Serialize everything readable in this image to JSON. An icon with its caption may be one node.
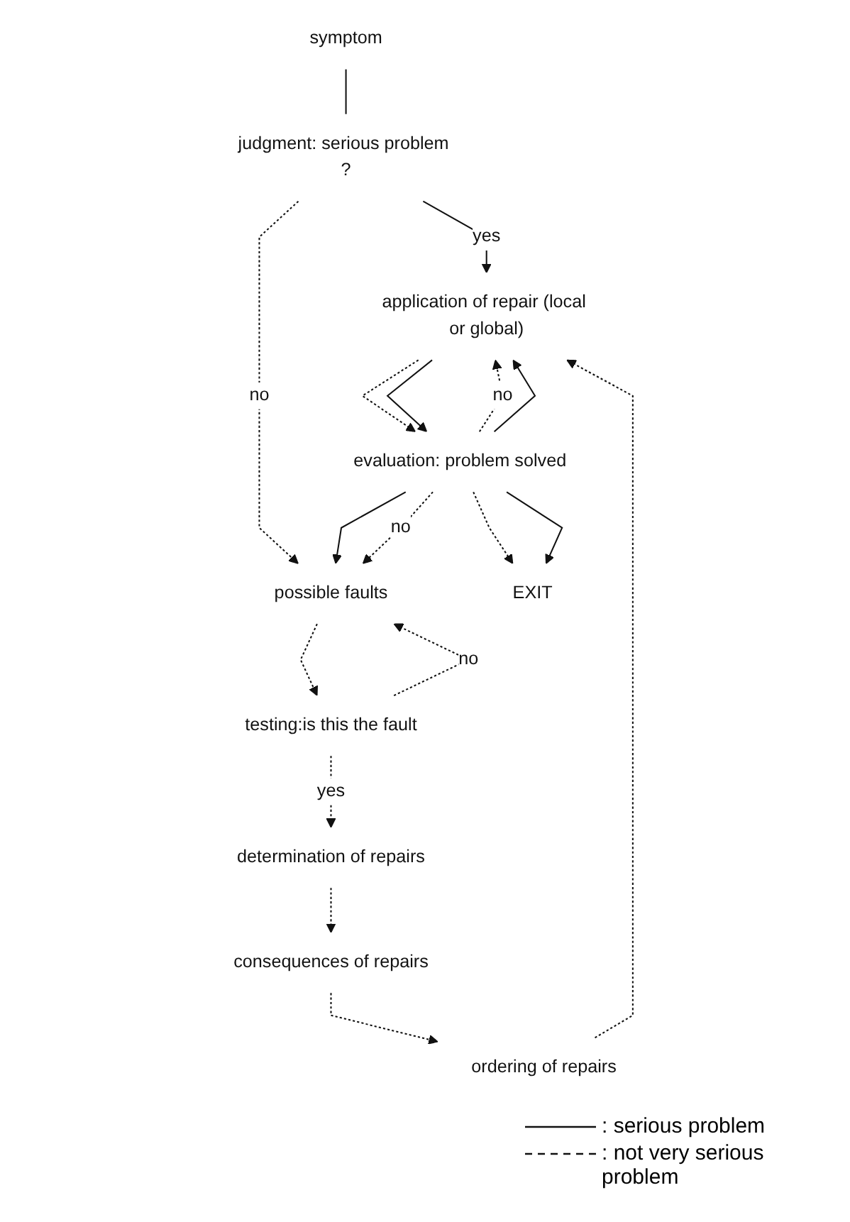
{
  "diagram": {
    "nodes": [
      {
        "text": [
          "symptom"
        ]
      },
      {
        "text": [
          "judgment: serious problem ?"
        ]
      },
      {
        "text": [
          "possible faults"
        ]
      },
      {
        "text": [
          "testing:is this the fault"
        ]
      },
      {
        "text": [
          "determination of repairs"
        ]
      },
      {
        "text": [
          "consequences of repairs"
        ]
      },
      {
        "text": [
          "ordering of repairs"
        ]
      },
      {
        "text": [
          "application of repair (local or global)"
        ]
      },
      {
        "text": [
          "evaluation: problem solved"
        ]
      },
      {
        "text": [
          "EXIT"
        ]
      }
    ],
    "edges": [
      {
        "from": 0,
        "to": 1,
        "arrow": "none"
      },
      {
        "from": 1,
        "to": 7,
        "arrow": "to",
        "label": "yes"
      },
      {
        "from": 1,
        "to": 2,
        "arrow": "to",
        "label": "no",
        "style": "dashed"
      },
      {
        "from": 2,
        "to": 3,
        "arrow": "to",
        "style": "dashed"
      },
      {
        "from": 3,
        "to": 2,
        "arrow": "to",
        "label": "no",
        "style": "dashed"
      },
      {
        "from": 3,
        "to": 4,
        "arrow": "to",
        "label": "yes",
        "style": "dashed"
      },
      {
        "from": 4,
        "to": 5,
        "arrow": "to",
        "style": "dashed"
      },
      {
        "from": 5,
        "to": 6,
        "arrow": "to",
        "style": "dashed"
      },
      {
        "from": 6,
        "to": 7,
        "arrow": "to",
        "style": "dashed"
      },
      {
        "from": 7,
        "to": 8,
        "arrow": "to",
        "style": "dashed"
      },
      {
        "from": 7,
        "to": 8,
        "arrow": "to"
      },
      {
        "from": 8,
        "to": 9,
        "arrow": "to",
        "style": "dashed"
      },
      {
        "from": 8,
        "to": 9,
        "arrow": "to"
      },
      {
        "from": 8,
        "to": 2,
        "arrow": "to"
      },
      {
        "from": 8,
        "to": 7,
        "arrow": "to",
        "label": "no",
        "style": "dashed"
      },
      {
        "from": 8,
        "to": 7,
        "arrow": "to"
      },
      {
        "from": 8,
        "to": 2,
        "arrow": "to",
        "label": "no",
        "style": "dashed"
      }
    ],
    "legend": [
      {
        "text": ": serious problem"
      },
      {
        "text": ": not very serious problem"
      }
    ]
  }
}
